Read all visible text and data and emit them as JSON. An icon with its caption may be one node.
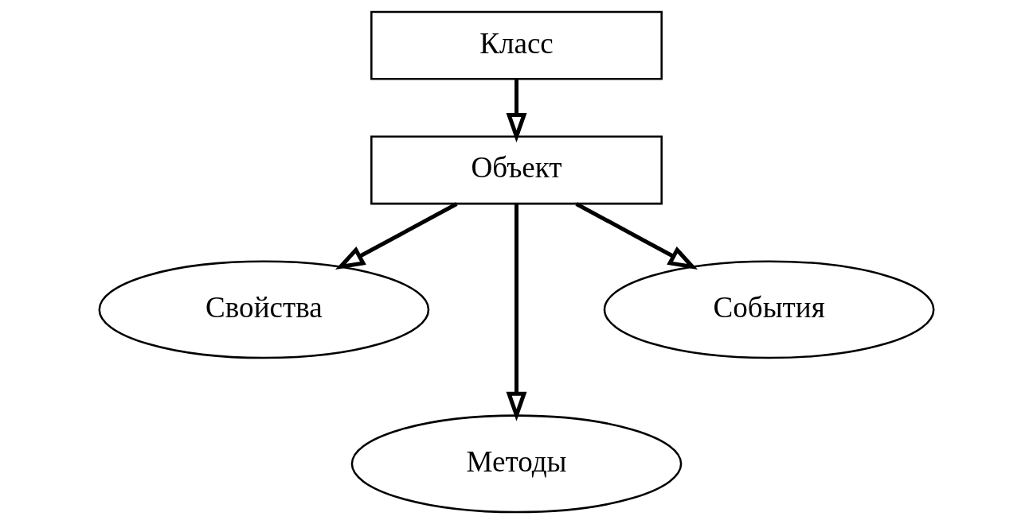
{
  "diagram": {
    "nodes": [
      {
        "text": [
          "Класс"
        ]
      },
      {
        "text": [
          "Объект"
        ]
      },
      {
        "text": [
          "Свойства"
        ]
      },
      {
        "text": [
          "Методы"
        ]
      },
      {
        "text": [
          "События"
        ]
      }
    ],
    "edges": [
      {
        "from": 0,
        "to": 1,
        "arrow": "to"
      },
      {
        "from": 1,
        "to": 2,
        "arrow": "to"
      },
      {
        "from": 1,
        "to": 3,
        "arrow": "to"
      },
      {
        "from": 1,
        "to": 4,
        "arrow": "to"
      }
    ]
  }
}
